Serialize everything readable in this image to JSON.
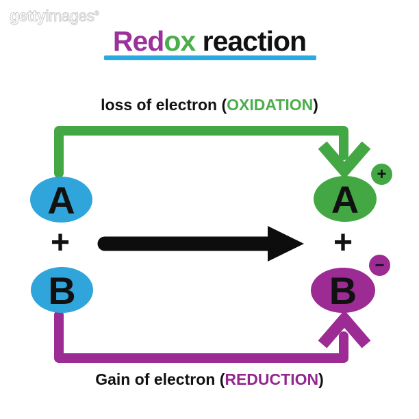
{
  "watermark": {
    "getty": "getty",
    "images": "images",
    "reg": "®"
  },
  "title": {
    "red": "Red",
    "ox": "ox",
    "reaction": " reaction"
  },
  "oxidation_label": {
    "prefix": "loss of electron (",
    "keyword": "OXIDATION",
    "suffix": ")"
  },
  "reduction_label": {
    "prefix": "Gain of electron (",
    "keyword": "REDUCTION",
    "suffix": ")"
  },
  "reactants": {
    "a": "A",
    "plus": "+",
    "b": "B"
  },
  "products": {
    "a": "A",
    "a_charge": "+",
    "plus": "+",
    "b": "B",
    "b_charge": "−"
  },
  "colors": {
    "reactant_blue": "#2FA5DB",
    "oxidized_green": "#43A843",
    "reduced_purple": "#9C2B94",
    "oxidation_text_green": "#4BAD4B",
    "reduction_text_purple": "#93278F",
    "title_red_part": "#9A3299",
    "title_underline_cyan": "#29ABE2",
    "arrow_black": "#0D0D0D"
  }
}
